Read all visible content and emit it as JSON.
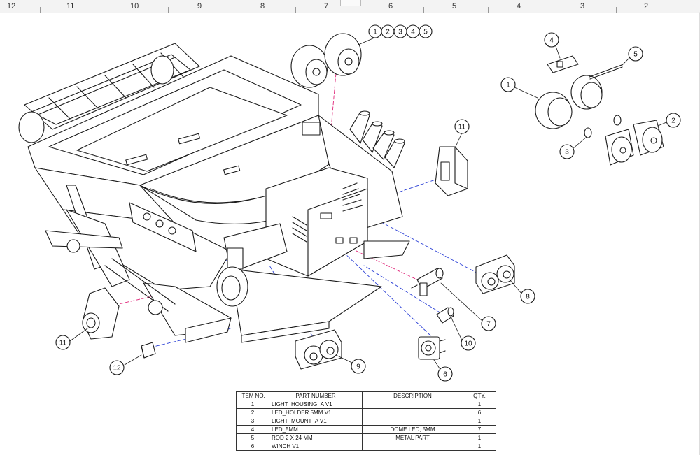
{
  "ruler": {
    "labels": [
      "12",
      "11",
      "10",
      "9",
      "8",
      "7",
      "6",
      "5",
      "4",
      "3",
      "2"
    ]
  },
  "balloons": {
    "b1": "1",
    "b2": "2",
    "b3": "3",
    "b4": "4",
    "b5": "5",
    "b6": "6",
    "b7": "7",
    "b8": "8",
    "b9": "9",
    "b10": "10",
    "b11": "11",
    "b12": "12"
  },
  "bom": {
    "headers": {
      "item": "ITEM NO.",
      "part": "PART NUMBER",
      "desc": "DESCRIPTION",
      "qty": "QTY."
    },
    "rows": [
      {
        "item": "1",
        "part": "LIGHT_HOUSING_A V1",
        "desc": "",
        "qty": "1"
      },
      {
        "item": "2",
        "part": "LED_HOLDER 5MM V1",
        "desc": "",
        "qty": "6"
      },
      {
        "item": "3",
        "part": "LIGHT_MOUNT_A V1",
        "desc": "",
        "qty": "1"
      },
      {
        "item": "4",
        "part": "LED_5MM",
        "desc": "DOME LED, 5MM",
        "qty": "7"
      },
      {
        "item": "5",
        "part": "ROD 2 X 24 MM",
        "desc": "METAL PART",
        "qty": "1"
      },
      {
        "item": "6",
        "part": "WINCH V1",
        "desc": "",
        "qty": "1"
      }
    ]
  },
  "colors": {
    "line": "#1a1a1a",
    "explode_blue": "#2a3fd6",
    "explode_pink": "#e0287a"
  }
}
